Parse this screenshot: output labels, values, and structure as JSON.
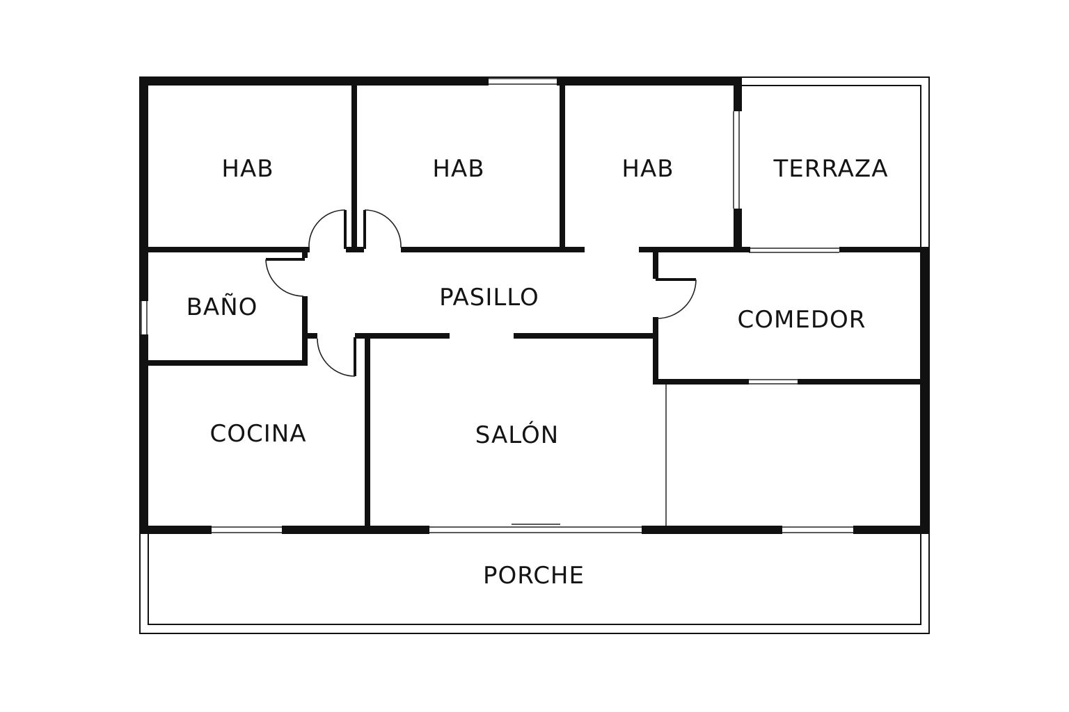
{
  "rooms": {
    "hab_1": "HAB",
    "hab_2": "HAB",
    "hab_3": "HAB",
    "terraza": "TERRAZA",
    "bano": "BAÑO",
    "pasillo": "PASILLO",
    "comedor": "COMEDOR",
    "cocina": "COCINA",
    "salon": "SALÓN",
    "porche": "PORCHE"
  },
  "colors": {
    "wall": "#111111",
    "background": "#ffffff",
    "label": "#141414"
  }
}
